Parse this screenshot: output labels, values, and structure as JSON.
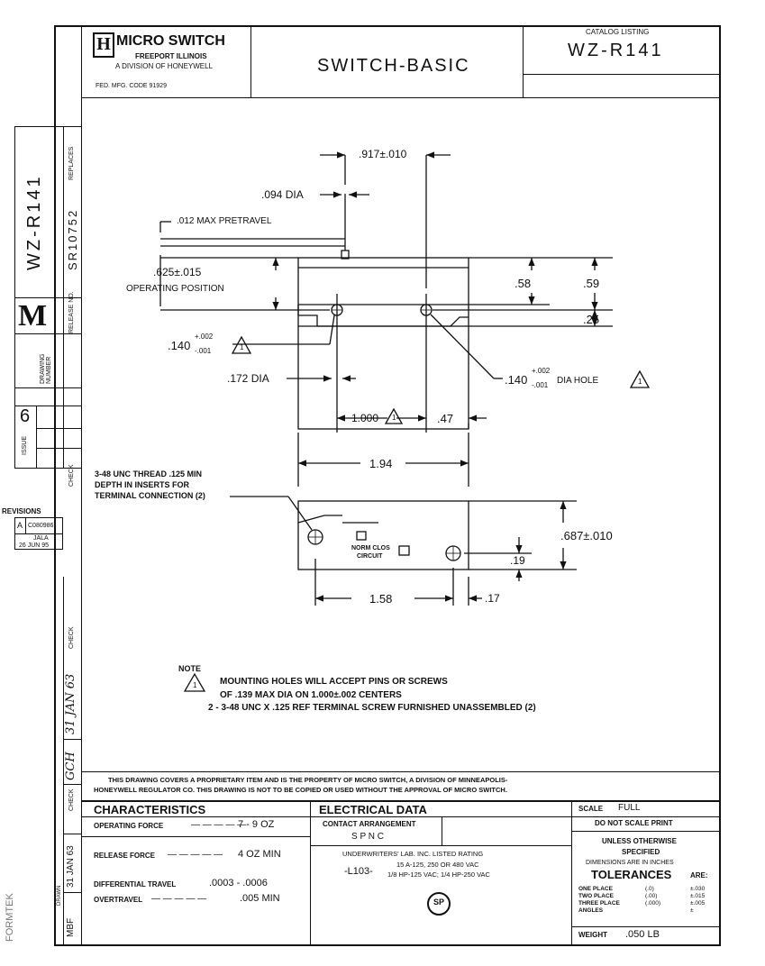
{
  "title_block": {
    "company": "MICRO SWITCH",
    "city": "FREEPORT ILLINOIS",
    "division": "A DIVISION OF HONEYWELL",
    "fed_code": "FED. MFG. CODE 91929",
    "logo_letter": "H",
    "title": "SWITCH-BASIC",
    "catalog_label": "CATALOG LISTING",
    "catalog_number": "WZ-R141"
  },
  "side_strip": {
    "drawing_number_vertical": "WZ-R141",
    "replaces_label": "REPLACES",
    "replaces_value": "SR10752",
    "release_label": "RELEASE NO.",
    "m_letter": "M",
    "drawing_number_label": "DRAWING NUMBER",
    "issue_label": "ISSUE",
    "issue_value": "6",
    "check_label": "CHECK",
    "revisions_label": "REVISIONS",
    "revision_letter": "A",
    "revision_code": "C080986",
    "revision_by": "JALA",
    "revision_date": "26 JUN 95",
    "check_label_2": "CHECK",
    "date_hand": "31 JAN 63",
    "initials_hand": "GCH",
    "check_label_3": "CHECK",
    "drawn_label": "DRAWN",
    "drawn_date": "31 JAN 63",
    "drawn_by": "MBF",
    "formtek": "FORMTEK"
  },
  "dimensions": {
    "top_width": ".917±.010",
    "pin_dia": ".094 DIA",
    "pretravel": ".012 MAX PRETRAVEL",
    "operating_pos": ".625±.015",
    "operating_pos_label": "OPERATING POSITION",
    "dim_58": ".58",
    "dim_59": ".59",
    "dim_25": ".25",
    "hole_left": ".140",
    "hole_left_tol_plus": "+.002",
    "hole_left_tol_minus": "-.001",
    "hole_right": ".140",
    "hole_right_tol_plus": "+.002",
    "hole_right_tol_minus": "-.001",
    "hole_right_label": "DIA HOLE",
    "dia_172": ".172 DIA",
    "dim_1000": "1.000",
    "dim_47": ".47",
    "dim_194": "1.94",
    "thread_note_1": "3-48 UNC THREAD .125 MIN",
    "thread_note_2": "DEPTH IN INSERTS FOR",
    "thread_note_3": "TERMINAL CONNECTION (2)",
    "dim_687": ".687±.010",
    "dim_19": ".19",
    "dim_158": "1.58",
    "dim_17": ".17",
    "circuit_label_1": "NORM CLOS",
    "circuit_label_2": "CIRCUIT",
    "tri_num": "1"
  },
  "notes": {
    "note_label": "NOTE",
    "note_1a": "MOUNTING HOLES WILL ACCEPT PINS OR SCREWS",
    "note_1b": "OF .139 MAX DIA ON 1.000±.002 CENTERS",
    "note_2": "2 - 3-48 UNC X .125 REF TERMINAL SCREW FURNISHED UNASSEMBLED (2)",
    "proprietary_1": "THIS DRAWING COVERS A PROPRIETARY ITEM AND IS THE PROPERTY OF MICRO SWITCH, A DIVISION OF MINNEAPOLIS-",
    "proprietary_2": "HONEYWELL REGULATOR CO. THIS DRAWING IS NOT TO BE COPIED OR USED WITHOUT THE APPROVAL OF MICRO SWITCH."
  },
  "characteristics": {
    "header": "CHARACTERISTICS",
    "op_force_label": "OPERATING FORCE",
    "op_force_value": "7 - 9 OZ",
    "rel_force_label": "RELEASE FORCE",
    "rel_force_value": "4 OZ MIN",
    "diff_label": "DIFFERENTIAL TRAVEL",
    "diff_value": ".0003 - .0006",
    "over_label": "OVERTRAVEL",
    "over_value": ".005 MIN",
    "dash": "— — — — —"
  },
  "electrical": {
    "header": "ELECTRICAL DATA",
    "contact_label": "CONTACT ARRANGEMENT",
    "contact_value": "S P N C",
    "ul_code": "-L103-",
    "ul_line": "UNDERWRITERS' LAB. INC. LISTED RATING",
    "rating_1": "15 A-125, 250 OR 480 VAC",
    "rating_2": "1/8 HP-125 VAC; 1/4 HP-250 VAC",
    "csa": "SP"
  },
  "spec": {
    "scale_label": "SCALE",
    "scale_value": "FULL",
    "dont_scale": "DO NOT SCALE PRINT",
    "unless_1": "UNLESS OTHERWISE",
    "unless_2": "SPECIFIED",
    "unless_3": "DIMENSIONS ARE IN INCHES",
    "tolerances": "TOLERANCES",
    "are": "ARE:",
    "one_place": "ONE PLACE",
    "one_place_fmt": "(.0)",
    "one_place_tol": "±.030",
    "two_place": "TWO PLACE",
    "two_place_fmt": "(.00)",
    "two_place_tol": "±.015",
    "three_place": "THREE PLACE",
    "three_place_fmt": "(.000)",
    "three_place_tol": "±.005",
    "angles": "ANGLES",
    "angles_tol": "±",
    "weight_label": "WEIGHT",
    "weight_value": ".050 LB"
  }
}
